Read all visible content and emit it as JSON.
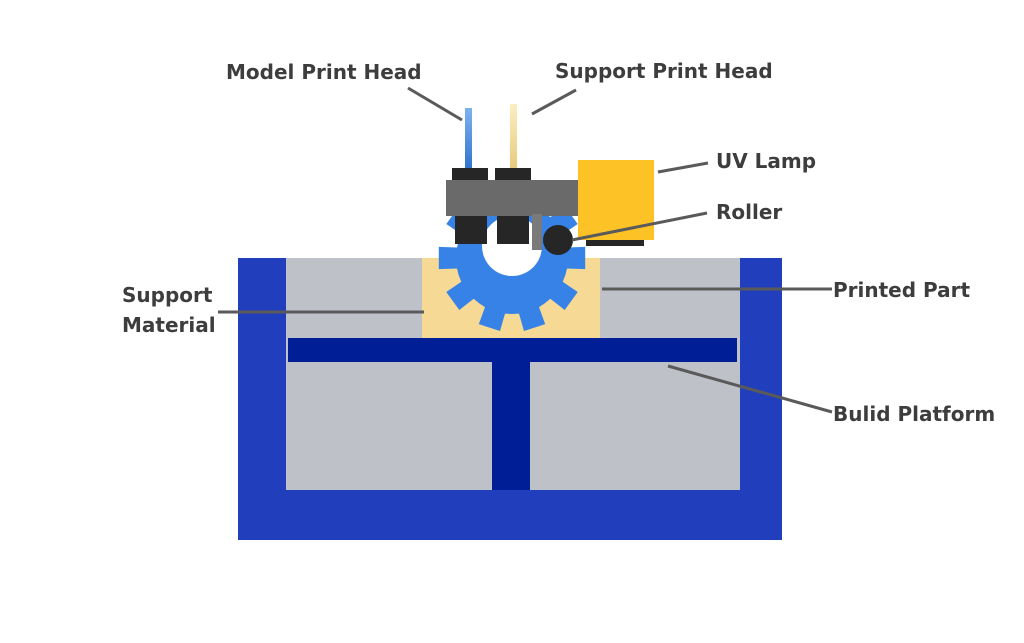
{
  "labels": {
    "model_print_head": "Model Print Head",
    "support_print_head": "Support Print Head",
    "uv_lamp": "UV Lamp",
    "roller": "Roller",
    "support_material_line1": "Support",
    "support_material_line2": "Material",
    "printed_part": "Printed Part",
    "build_platform": "Bulid Platform"
  },
  "colors": {
    "tank": "#213fbd",
    "build_platform": "#001e96",
    "resin": "#bfc1c8",
    "support_material": "#f6d995",
    "printed_part": "#3682e6",
    "model_nozzle": "#3a80d6",
    "support_nozzle": "#efd590",
    "carriage": "#6a6a6a",
    "head_block": "#262626",
    "uv_lamp": "#fdc326",
    "leader_line": "#5a5a5a",
    "text": "#3d3d3d"
  }
}
